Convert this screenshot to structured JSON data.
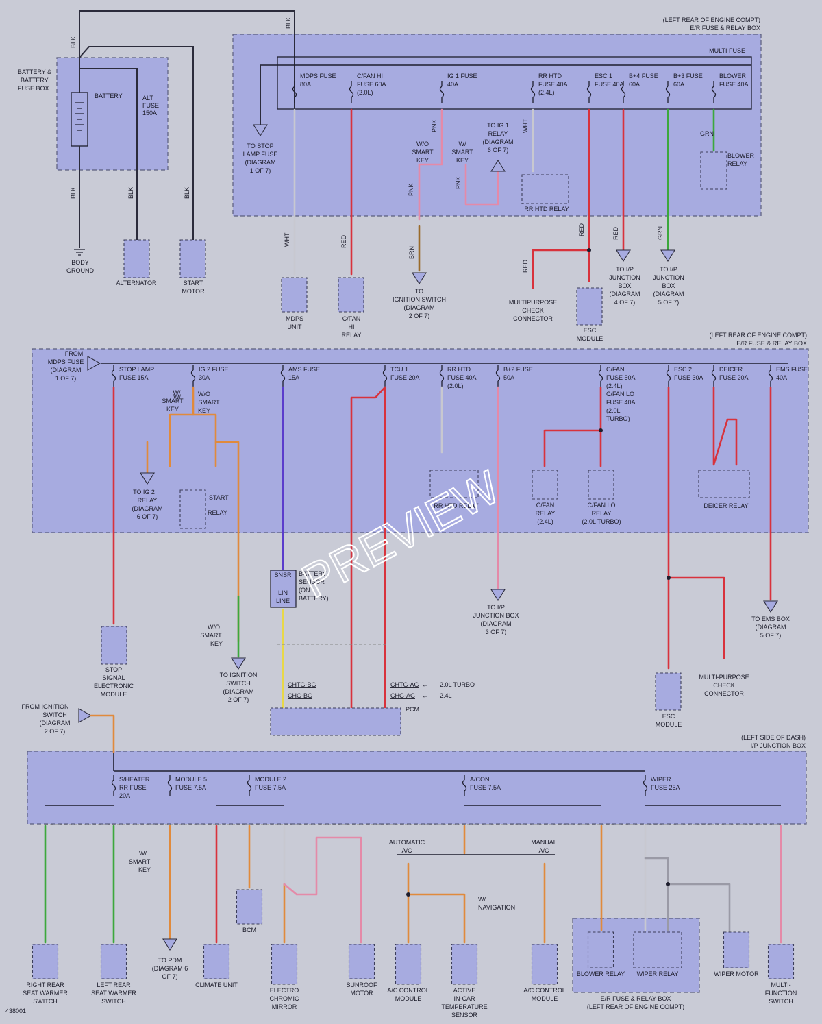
{
  "image_id": "438001",
  "watermark": "PREVIEW",
  "colors": {
    "red": "#d8323c",
    "pink": "#e48aa8",
    "orange": "#e08a3c",
    "green": "#3ca83c",
    "blue": "#5a3ccc",
    "yellow": "#e8d848",
    "brown": "#9a6a2a",
    "white": "#c8c8d0",
    "gray": "#9a9aa6",
    "black": "#2b2b3b",
    "panel": "#a7abe0",
    "bg": "#c9cbd6"
  },
  "sections": {
    "er_top": {
      "title1": "(LEFT REAR OF ENGINE COMPT)",
      "title2": "E/R FUSE & RELAY BOX",
      "multi_fuse": "MULTI FUSE"
    },
    "er_mid": {
      "title1": "(LEFT REAR OF ENGINE COMPT)",
      "title2": "E/R FUSE & RELAY BOX"
    },
    "ip": {
      "title1": "(LEFT SIDE OF DASH)",
      "title2": "I/P JUNCTION BOX"
    },
    "er_bottom": {
      "title1": "E/R FUSE & RELAY BOX",
      "title2": "(LEFT REAR OF ENGINE COMPT)"
    }
  },
  "battery": {
    "box": "BATTERY & BATTERY FUSE BOX",
    "battery": "BATTERY",
    "alt_fuse": "ALT FUSE 150A",
    "ground": "BODY GROUND",
    "alternator": "ALTERNATOR",
    "start_motor": "START MOTOR",
    "blk": "BLK"
  },
  "top_fuses": [
    {
      "name": "MDPS FUSE 80A"
    },
    {
      "name": "C/FAN HI FUSE 60A (2.0L)"
    },
    {
      "name": "IG 1 FUSE 40A"
    },
    {
      "name": "RR HTD FUSE 40A (2.4L)"
    },
    {
      "name": "ESC 1 FUSE 40A"
    },
    {
      "name": "B+4 FUSE 60A"
    },
    {
      "name": "B+3 FUSE 60A"
    },
    {
      "name": "BLOWER FUSE 40A"
    }
  ],
  "top_labels": {
    "to_stop_lamp": "TO STOP LAMP FUSE (DIAGRAM 1 OF 7)",
    "wo_smart_key": "W/O SMART KEY",
    "w_smart_key": "W/ SMART KEY",
    "to_ig1_relay": "TO IG 1 RELAY (DIAGRAM 6 OF 7)",
    "rr_htd_relay": "RR HTD RELAY",
    "blower_relay": "BLOWER RELAY",
    "mdps_unit": "MDPS UNIT",
    "cfan_hi_relay": "C/FAN HI RELAY",
    "to_ignition": "TO IGNITION SWITCH (DIAGRAM 2 OF 7)",
    "multipurpose": "MULTIPURPOSE CHECK CONNECTOR",
    "esc_module": "ESC MODULE",
    "to_ip_a": "TO I/P JUNCTION BOX (DIAGRAM 4 OF 7)",
    "to_ip_b": "TO I/P JUNCTION BOX (DIAGRAM 5 OF 7)"
  },
  "mid_fuses": [
    {
      "name": "STOP LAMP FUSE 15A"
    },
    {
      "name": "IG 2 FUSE 30A"
    },
    {
      "name": "AMS FUSE 15A"
    },
    {
      "name": "TCU 1 FUSE 20A"
    },
    {
      "name": "RR HTD FUSE 40A (2.0L)"
    },
    {
      "name": "B+2 FUSE 50A"
    },
    {
      "name": "C/FAN FUSE 50A (2.4L) C/FAN LO FUSE 40A (2.0L TURBO)"
    },
    {
      "name": "ESC 2 FUSE 30A"
    },
    {
      "name": "DEICER FUSE 20A"
    },
    {
      "name": "EMS FUSE 40A"
    }
  ],
  "mid_labels": {
    "from_mdps": "FROM MDPS FUSE (DIAGRAM 1 OF 7)",
    "to_ig2_relay": "TO IG 2 RELAY (DIAGRAM 6 OF 7)",
    "start_relay": "START RELAY",
    "w_smart": "W/ SMART KEY",
    "wo_smart": "W/O SMART KEY",
    "cfan_relay": "C/FAN RELAY (2.4L)",
    "cfan_lo_relay": "C/FAN LO RELAY (2.0L TURBO)",
    "deicer_relay": "DEICER RELAY",
    "rr_htd_relay": "RR HTD RELAY",
    "stop_signal": "STOP SIGNAL ELECTRONIC MODULE",
    "to_ignition": "TO IGNITION SWITCH (DIAGRAM 2 OF 7)",
    "battery_sensor": "BATTERY SENSOR (ON BATTERY)",
    "snsr": "SNSR",
    "lin_line": "LIN LINE",
    "to_ip_c": "TO I/P JUNCTION BOX (DIAGRAM 3 OF 7)",
    "to_ems": "TO EMS BOX (DIAGRAM 5 OF 7)",
    "esc_module": "ESC MODULE",
    "multi_purpose": "MULTI-PURPOSE CHECK CONNECTOR",
    "pcm": "PCM",
    "chtg_bg": "CHTG-BG",
    "chg_bg": "CHG-BG",
    "chtg_ag": "CHTG-AG",
    "chg_ag": "CHG-AG",
    "turbo": "2.0L TURBO",
    "l24": "2.4L"
  },
  "ip_fuses": [
    {
      "name": "S/HEATER RR FUSE 20A"
    },
    {
      "name": "MODULE 5 FUSE 7.5A"
    },
    {
      "name": "MODULE 2 FUSE 7.5A"
    },
    {
      "name": "A/CON FUSE 7.5A"
    },
    {
      "name": "WIPER FUSE 25A"
    }
  ],
  "ip_labels": {
    "from_ign": "FROM IGNITION SWITCH (DIAGRAM 2 OF 7)",
    "w_smart": "W/ SMART KEY",
    "automatic": "AUTOMATIC A/C",
    "manual": "MANUAL A/C",
    "w_nav": "W/ NAVIGATION"
  },
  "bottom_components": [
    "RIGHT REAR SEAT WARMER SWITCH",
    "LEFT REAR SEAT WARMER SWITCH",
    "TO PDM (DIAGRAM 6 OF 7)",
    "CLIMATE UNIT",
    "BCM",
    "ELECTRO CHROMIC MIRROR",
    "SUNROOF MOTOR",
    "A/C CONTROL MODULE",
    "ACTIVE IN-CAR TEMPERATURE SENSOR",
    "A/C CONTROL MODULE",
    "BLOWER RELAY",
    "WIPER RELAY",
    "WIPER MOTOR",
    "MULTI- FUNCTION SWITCH"
  ]
}
